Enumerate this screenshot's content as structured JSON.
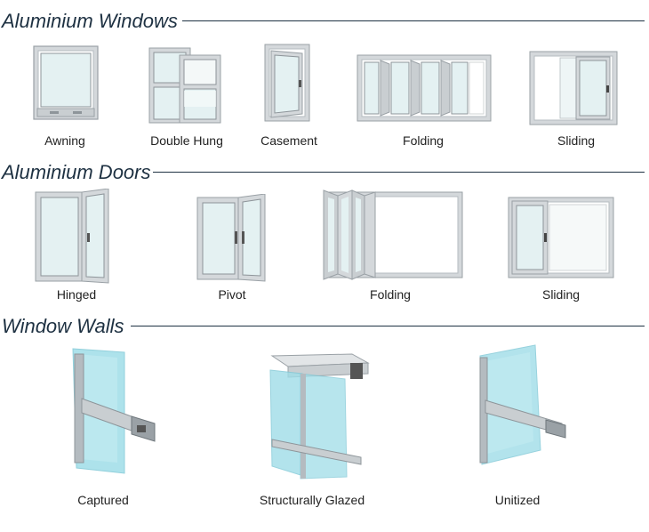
{
  "sections": [
    {
      "title": "Aluminium Windows",
      "items": [
        {
          "label": "Awning",
          "icon": "awning-window-icon"
        },
        {
          "label": "Double Hung",
          "icon": "double-hung-window-icon"
        },
        {
          "label": "Casement",
          "icon": "casement-window-icon"
        },
        {
          "label": "Folding",
          "icon": "folding-window-icon"
        },
        {
          "label": "Sliding",
          "icon": "sliding-window-icon"
        }
      ]
    },
    {
      "title": "Aluminium Doors",
      "items": [
        {
          "label": "Hinged",
          "icon": "hinged-door-icon"
        },
        {
          "label": "Pivot",
          "icon": "pivot-door-icon"
        },
        {
          "label": "Folding",
          "icon": "folding-door-icon"
        },
        {
          "label": "Sliding",
          "icon": "sliding-door-icon"
        }
      ]
    },
    {
      "title": "Window Walls",
      "items": [
        {
          "label": "Captured",
          "icon": "captured-window-wall-icon"
        },
        {
          "label": "Structurally Glazed",
          "icon": "structurally-glazed-window-wall-icon"
        },
        {
          "label": "Unitized",
          "icon": "unitized-window-wall-icon"
        }
      ]
    }
  ],
  "colors": {
    "heading": "#1e3142",
    "frame": "#d4d8db",
    "frame_dark": "#9aa1a6",
    "glass": "#e4f1f2",
    "glass_blue": "#9fdde8"
  }
}
